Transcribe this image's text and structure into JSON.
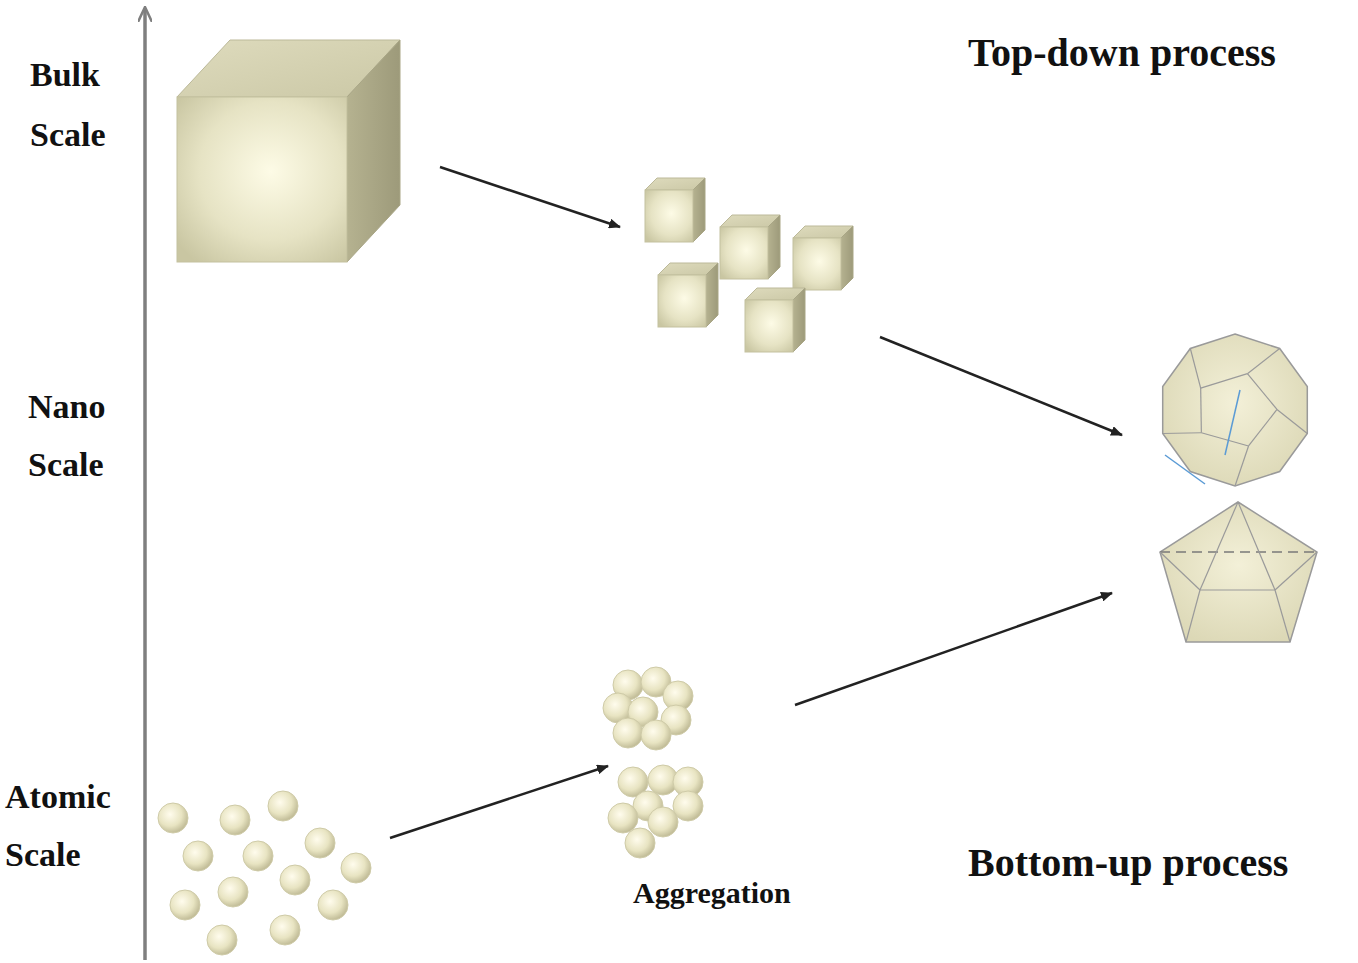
{
  "diagram": {
    "labels": [
      "Bulk Scale",
      "Nano Scale",
      "Atomic Scale",
      "Top-down process",
      "Bottom-up process",
      "Aggregation"
    ]
  }
}
